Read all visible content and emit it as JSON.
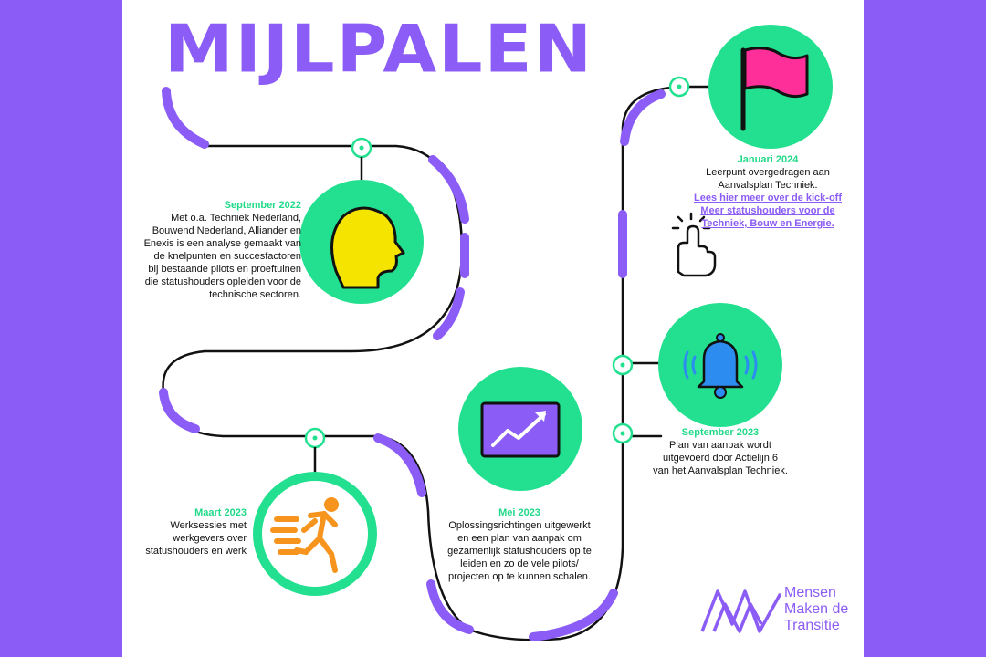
{
  "title": "MIJLPALEN",
  "milestones": [
    {
      "date": "September 2022",
      "text": [
        "Met o.a. Techniek Nederland,",
        "Bouwend Nederland, Alliander en",
        "Enexis is een analyse gemaakt van",
        "de knelpunten en succesfactoren",
        "bij bestaande pilots en proeftuinen",
        "die statushouders opleiden voor de",
        "technische sectoren."
      ],
      "icon": "head-icon"
    },
    {
      "date": "Maart 2023",
      "text": [
        "Werksessies met",
        "werkgevers over",
        "statushouders en werk"
      ],
      "icon": "runner-icon"
    },
    {
      "date": "Mei  2023",
      "text": [
        "Oplossingsrichtingen uitgewerkt",
        "en een plan van aanpak om",
        "gezamenlijk statushouders op te",
        "leiden en zo de vele pilots/",
        "projecten op te kunnen schalen."
      ],
      "icon": "growth-chart-icon"
    },
    {
      "date": "September 2023",
      "text": [
        "Plan van aanpak wordt",
        "uitgevoerd door Actielijn 6",
        "van het Aanvalsplan Techniek."
      ],
      "icon": "bell-icon"
    },
    {
      "date": "Januari 2024",
      "text": [
        "Leerpunt overgedragen aan",
        "Aanvalsplan Techniek."
      ],
      "link": [
        "Lees hier meer over de  kick-off",
        "Meer statushouders voor de",
        "Techniek, Bouw en Energie."
      ],
      "icon": "flag-icon"
    }
  ],
  "brand": {
    "lines": [
      "Mensen",
      "Maken de",
      "Transitie"
    ]
  },
  "colors": {
    "purple": "#8b5cf6",
    "green": "#22e08f",
    "yellow": "#f5e300",
    "orange": "#f7941d",
    "blue": "#2d8cf0"
  }
}
